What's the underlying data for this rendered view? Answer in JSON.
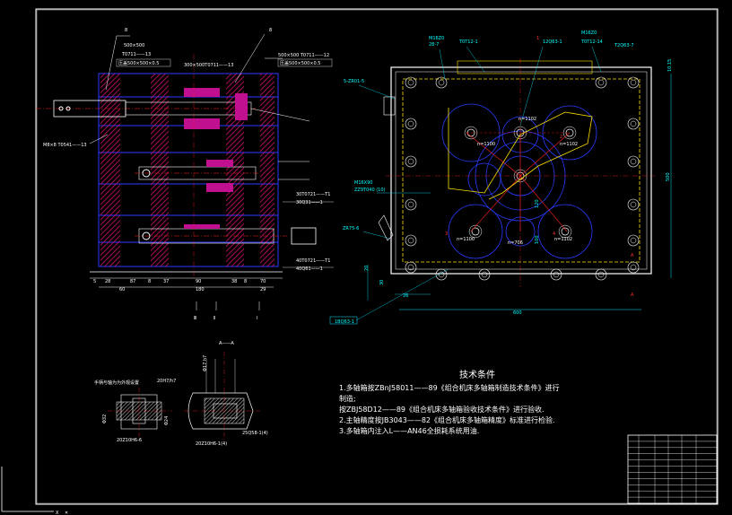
{
  "frame": {
    "title_block_rows": 11
  },
  "side_view": {
    "labels": {
      "top_spec_1": "500×500",
      "top_spec_2": "T0711——13",
      "top_spec_3": "压盖500×500×0.5",
      "mid_spec": "300×500T0711——13",
      "right_spec_1": "500×500 T0711——12",
      "right_spec_2": "压盖500×500×0.5",
      "left_spec": "M8×8 T0541——13",
      "lower_spec_1": "30T0721——T1",
      "lower_spec_2": "30Q31——1",
      "lower_spec_3": "40T0721——T1",
      "lower_spec_4": "40Q61——1"
    },
    "dims": [
      "5",
      "28",
      "87",
      "8",
      "37",
      "90",
      "38",
      "8",
      "70",
      "60",
      "180",
      "29"
    ],
    "section_marks": [
      "Ⅲ",
      "Ⅱ",
      "Ⅰ"
    ]
  },
  "front_view": {
    "labels": {
      "tl1": "M16Z0",
      "tl2": "28-7",
      "tl3": "T0T12-1",
      "tl4": "12Q63-1",
      "tr1": "M16Z0",
      "tr2": "T0T12-14",
      "tr3": "T2Q63-7",
      "left1": "5-ZR01-5",
      "mid1": "M16X90",
      "mid2": "ZZ9T040 (10)",
      "left2": "ZR75-6",
      "bottom_tag": "1BQ63-1"
    },
    "spindles": [
      {
        "num": "1",
        "label": "n=1102"
      },
      {
        "num": "2",
        "label": "n=1102"
      },
      {
        "num": "3",
        "label": "n=1100"
      },
      {
        "num": "4",
        "label": "n=1102"
      },
      {
        "num": "",
        "label": "n=1100"
      },
      {
        "num": "",
        "label": "n=706"
      }
    ],
    "dims": {
      "width": "600",
      "height": "500",
      "right_small": "10.15",
      "d120": "120",
      "d100": "100",
      "d20": "20",
      "d30": "30",
      "d26": "26",
      "d10": "10"
    },
    "section_marker": "A"
  },
  "section_view": {
    "header": "A——A",
    "caption_left": "手柄与轴为为外观设置",
    "fit_1": "20H7/h7",
    "fit_2": "20Z10H6-6",
    "fit_3": "20Z10H6-1(4)",
    "fit_4": "25Q58-1(4)",
    "dim_a": "Φ32",
    "dim_b": "Φ24",
    "dim_c": "Φ17 h7"
  },
  "technical": {
    "title": "技术条件",
    "lines": [
      "1.多轴箱按ZBnJ58011——89《组合机床多轴箱制造技术条件》进行",
      "制造;",
      "  按ZBJ58D12——89《组合机床多轴箱验收技术条件》进行验收.",
      "2.主轴精度按JB3043——82《组合机床多轴箱精度》标准进行检验.",
      "3.多轴箱内注入L——AN46全损耗系统用油."
    ]
  },
  "colors": {
    "line_white": "#ffffff",
    "line_blue": "#2a3cff",
    "line_cyan": "#00e5ff",
    "line_yellow": "#ffe000",
    "line_red": "#ff2020",
    "hatch_magenta": "#d01070"
  }
}
